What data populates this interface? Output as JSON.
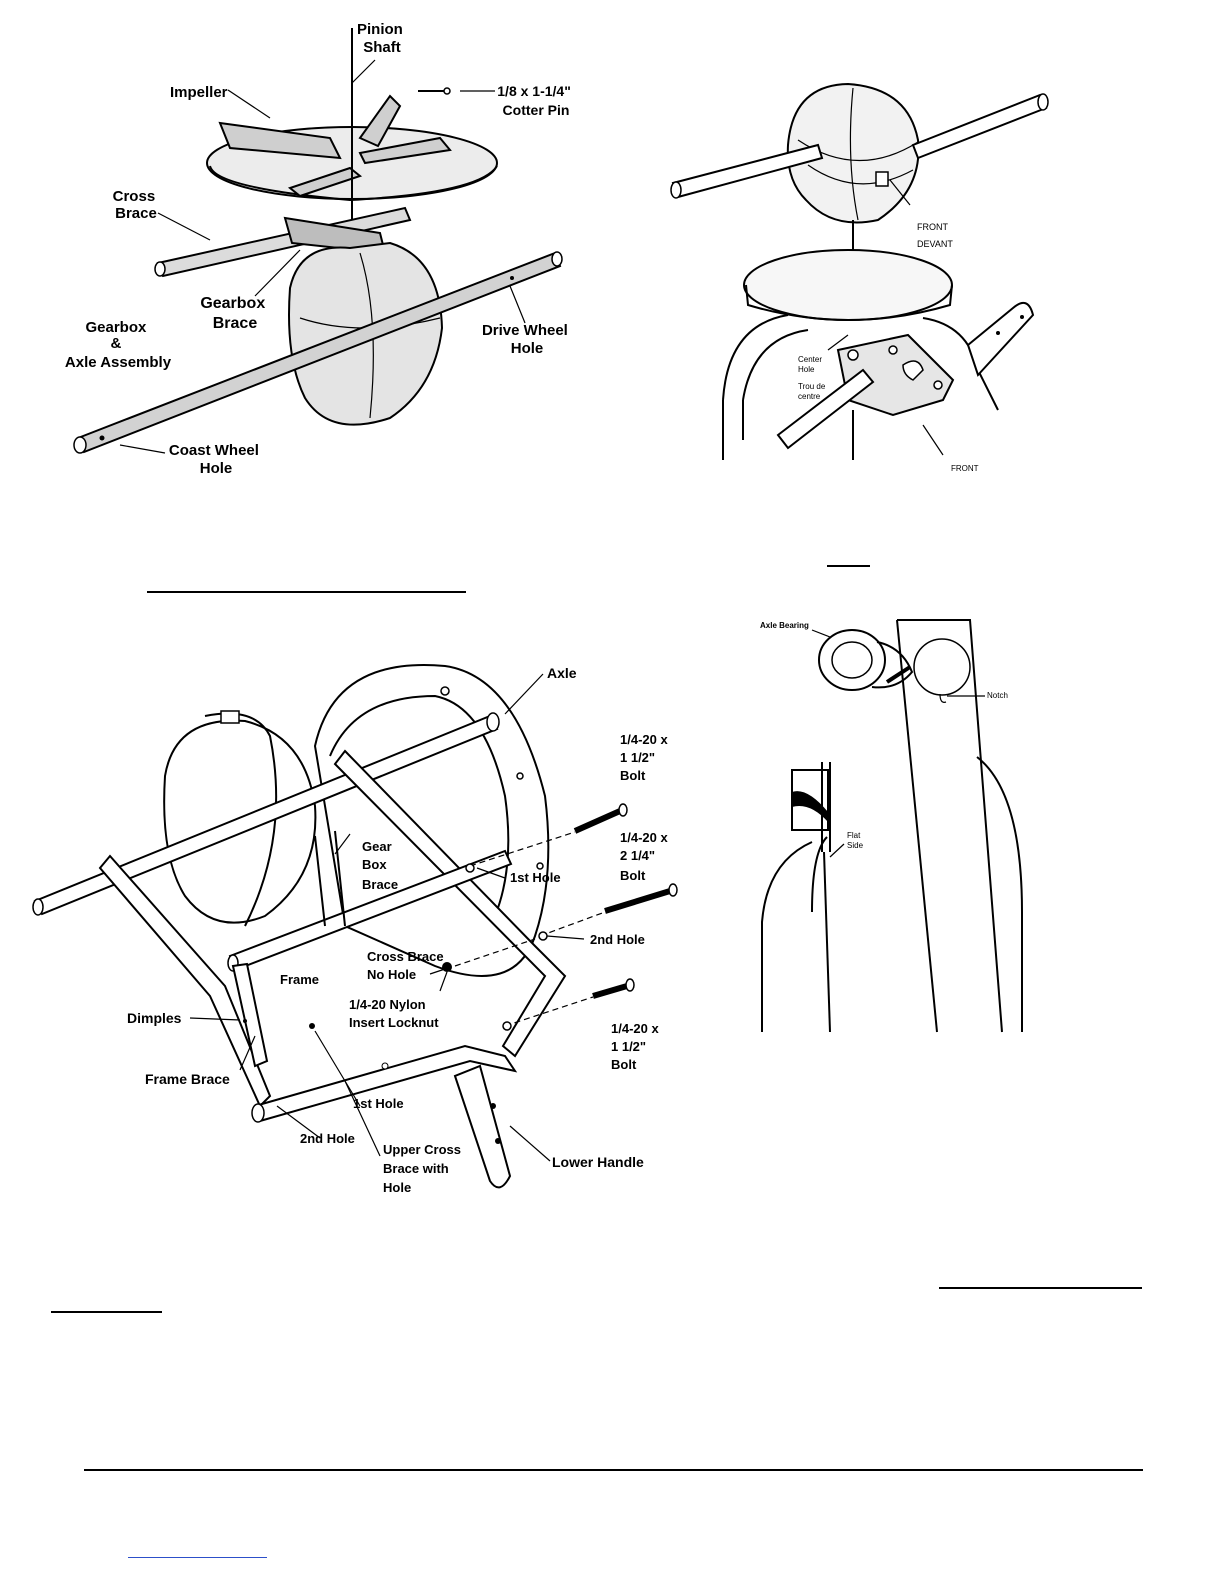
{
  "fig1": {
    "labels": {
      "pinion_shaft": [
        "Pinion",
        "Shaft"
      ],
      "impeller": "Impeller",
      "cotter_pin": [
        "1/8 x 1-1/4\"",
        "Cotter Pin"
      ],
      "cross_brace": [
        "Cross",
        "Brace"
      ],
      "gearbox_brace": [
        "Gearbox",
        "Brace"
      ],
      "gearbox_axle": [
        "Gearbox",
        "&",
        "Axle Assembly"
      ],
      "drive_wheel_hole": [
        "Drive Wheel",
        "Hole"
      ],
      "coast_wheel_hole": [
        "Coast Wheel",
        "Hole"
      ]
    }
  },
  "fig2": {
    "labels": {
      "front_devant": [
        "FRONT",
        "DEVANT"
      ],
      "center_hole": [
        "Center",
        "Hole"
      ],
      "trou_de_centre": [
        "Trou de",
        "centre"
      ],
      "front": "FRONT"
    }
  },
  "fig3": {
    "labels": {
      "axle": "Axle",
      "bolt_top": [
        "1/4-20 x",
        "1 1/2\"",
        "Bolt"
      ],
      "bolt_mid": [
        "1/4-20 x",
        "2 1/4\"",
        "Bolt"
      ],
      "bolt_bot": [
        "1/4-20 x",
        "1 1/2\"",
        "Bolt"
      ],
      "gear_box_brace": [
        "Gear",
        "Box",
        "Brace"
      ],
      "first_hole_right": "1st Hole",
      "second_hole_right": "2nd Hole",
      "cross_brace_no_hole": [
        "Cross Brace",
        "No Hole"
      ],
      "frame": "Frame",
      "locknut": [
        "1/4-20 Nylon",
        "Insert Locknut"
      ],
      "dimples": "Dimples",
      "frame_brace": "Frame Brace",
      "first_hole_left": "1st Hole",
      "second_hole_left": "2nd Hole",
      "upper_cross_brace": [
        "Upper Cross",
        "Brace with",
        "Hole"
      ],
      "lower_handle": "Lower Handle"
    }
  },
  "fig4": {
    "labels": {
      "axle_bearing": "Axle Bearing",
      "notch": "Notch",
      "flat_side": [
        "Flat",
        "Side"
      ]
    }
  }
}
